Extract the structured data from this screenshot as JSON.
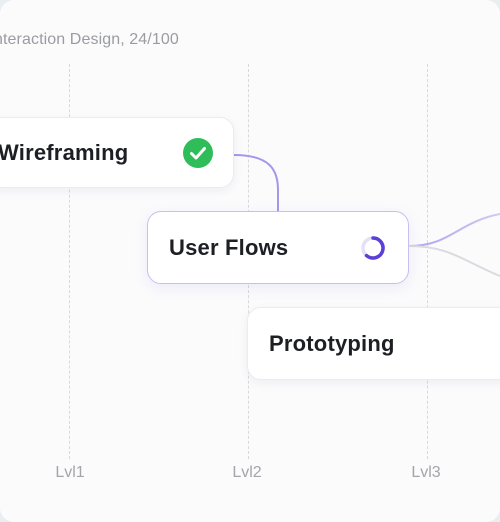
{
  "header": {
    "course_progress": "nteraction Design, 24/100"
  },
  "nodes": [
    {
      "label": "Wireframing",
      "status": "complete",
      "status_icon": "check-circle-icon",
      "level": "Lvl1"
    },
    {
      "label": "User Flows",
      "status": "in-progress",
      "status_icon": "loading-spinner-icon",
      "level": "Lvl2"
    },
    {
      "label": "Prototyping",
      "status": "not-started",
      "level": "Lvl3"
    }
  ],
  "levels": [
    "Lvl1",
    "Lvl2",
    "Lvl3"
  ],
  "colors": {
    "complete": "#2ebd59",
    "in_progress": "#5b3fd6",
    "connector": "#a796ec",
    "text": "#1d1f24",
    "muted": "#9a9ca2"
  }
}
